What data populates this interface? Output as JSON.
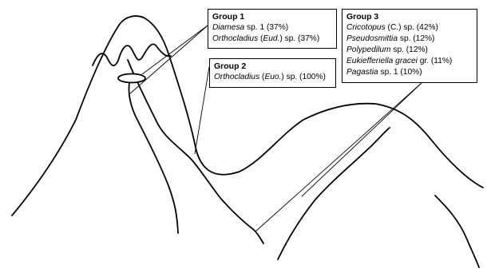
{
  "groups": [
    {
      "title": "Group 1",
      "taxa": [
        {
          "genus": "Diamesa",
          "sub": "",
          "rest": "sp. 1 (37%)"
        },
        {
          "genus": "Orthocladius",
          "sub": "Eud.",
          "rest": "sp. (37%)"
        }
      ]
    },
    {
      "title": "Group 2",
      "taxa": [
        {
          "genus": "Orthocladius",
          "sub": "Euo.",
          "rest": "sp. (100%)"
        }
      ]
    },
    {
      "title": "Group 3",
      "taxa": [
        {
          "genus": "Cricotopus",
          "sub": "C.",
          "rest": "sp. (42%)"
        },
        {
          "genus": "Pseudosmittia",
          "sub": "",
          "rest": "sp. (12%)"
        },
        {
          "genus": "Polypedilum",
          "sub": "",
          "rest": "sp. (12%)"
        },
        {
          "genus": "Eukiefferiella gracei",
          "sub": "",
          "rest": "gr. (11%)"
        },
        {
          "genus": "Pagastia",
          "sub": "",
          "rest": "sp. 1 (10%)"
        }
      ]
    }
  ]
}
